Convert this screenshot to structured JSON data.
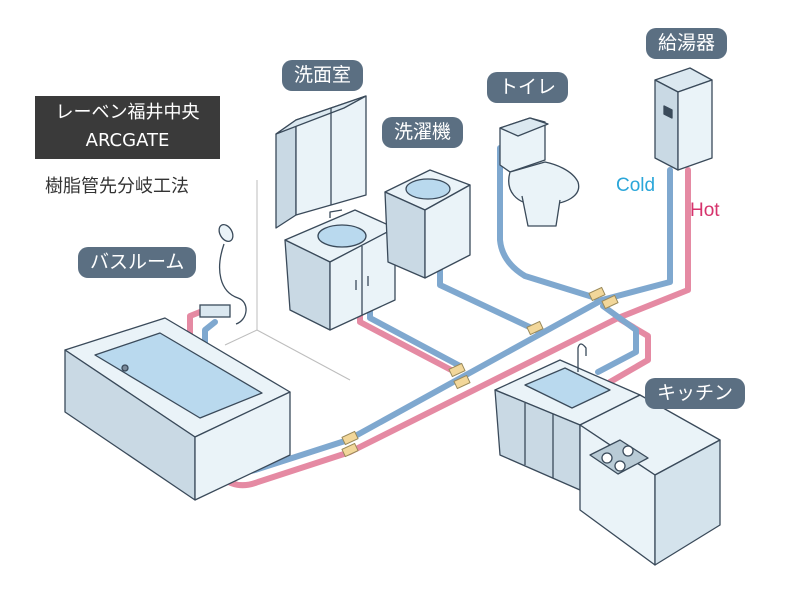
{
  "title": {
    "line1": "レーベン福井中央",
    "line2": "ARCGATE"
  },
  "subtitle": "樹脂管先分岐工法",
  "labels": {
    "washroom": "洗面室",
    "washing_machine": "洗濯機",
    "toilet": "トイレ",
    "water_heater": "給湯器",
    "bathroom": "バスルーム",
    "kitchen": "キッチン"
  },
  "legend": {
    "cold": "Cold",
    "hot": "Hot"
  },
  "colors": {
    "cold": "#7fa8cf",
    "hot": "#e58aa3",
    "tag": "#5b6f82",
    "fixture": "#eaf3f8",
    "basin": "#b9d9ee",
    "joint": "#f2d79a"
  }
}
